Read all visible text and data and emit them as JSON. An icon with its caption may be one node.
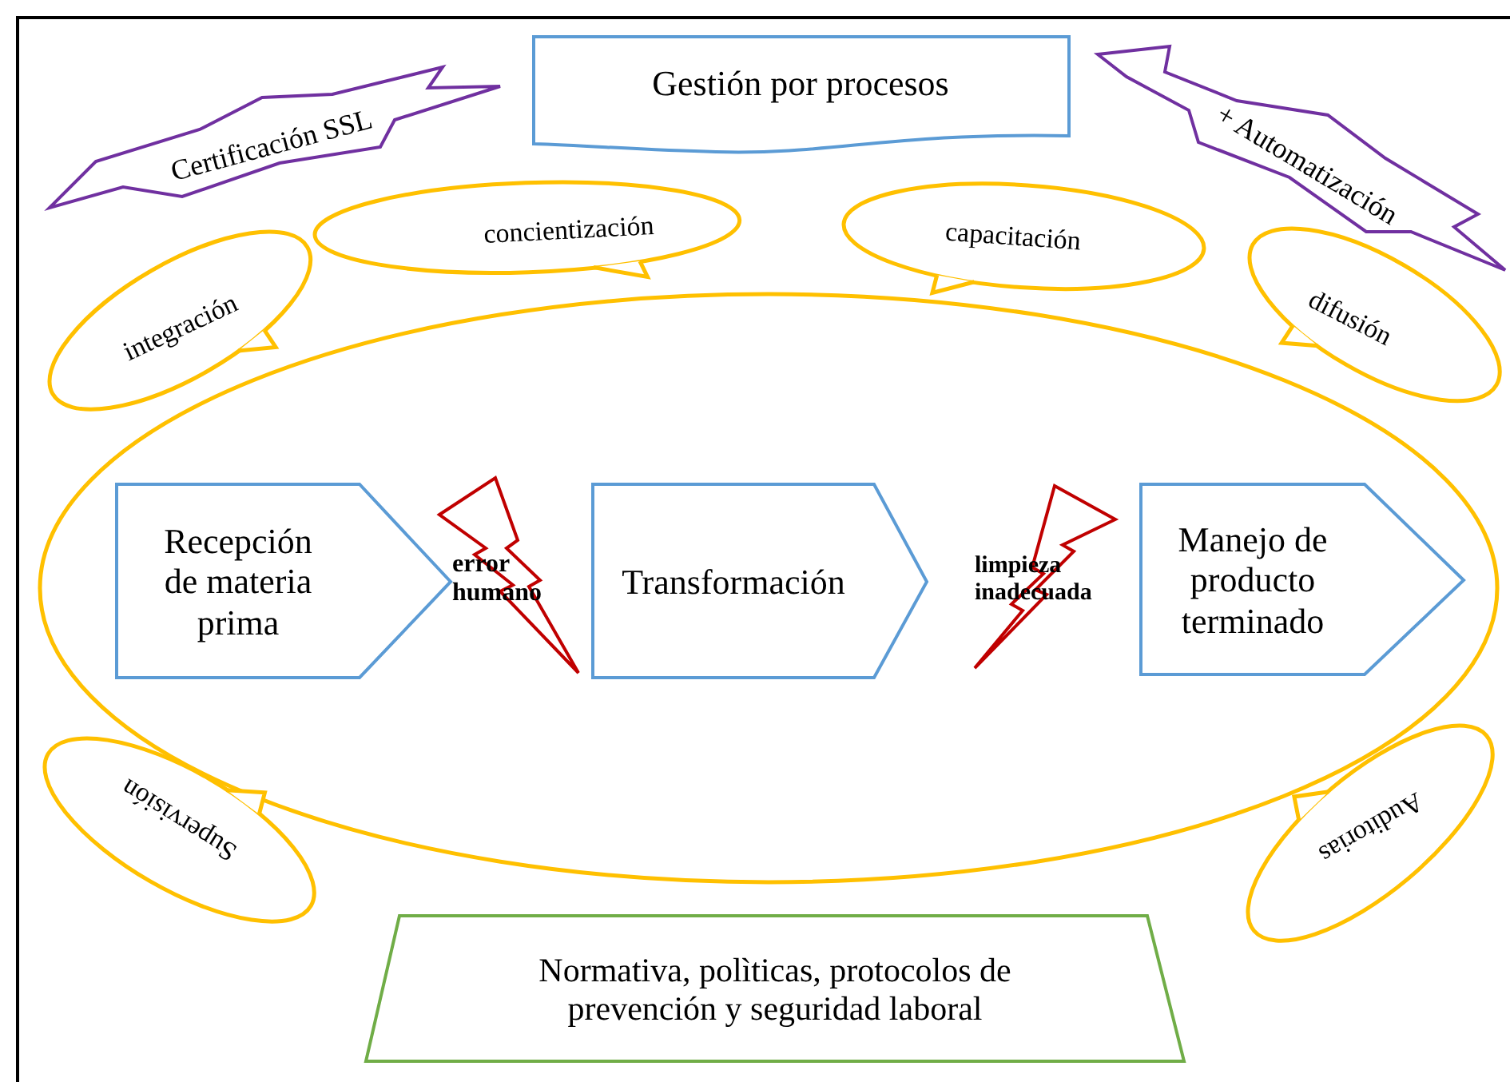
{
  "diagram": {
    "nodes": [
      {
        "text": [
          "Gestión por procesos"
        ]
      },
      {
        "text": [
          "Certificación SSL"
        ]
      },
      {
        "text": [
          "+ Automatización"
        ]
      },
      {
        "text": [
          "concientización"
        ]
      },
      {
        "text": [
          "capacitación"
        ]
      },
      {
        "text": [
          "integración"
        ]
      },
      {
        "text": [
          "difusión"
        ]
      },
      {
        "text": [],
        "shape": "ellipse"
      },
      {
        "text": [
          "Recepción de materia prima"
        ],
        "in": 7
      },
      {
        "text": [
          "error humano"
        ],
        "in": 7
      },
      {
        "text": [
          "Transformación"
        ],
        "in": 7
      },
      {
        "text": [
          "limpieza inadecuada"
        ],
        "in": 7
      },
      {
        "text": [
          "Manejo de producto terminado"
        ],
        "in": 7
      },
      {
        "text": [
          "Supervisión"
        ]
      },
      {
        "text": [
          "Auditorias"
        ]
      },
      {
        "text": [
          "Normativa, polìticas, protocolos de prevención y seguridad laboral"
        ]
      }
    ]
  }
}
